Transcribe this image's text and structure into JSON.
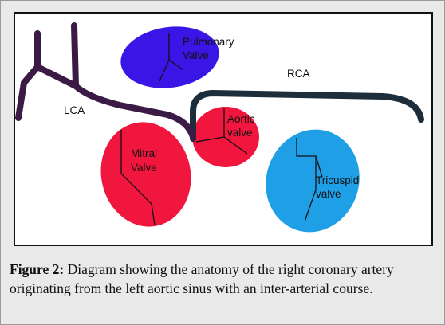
{
  "diagram": {
    "labels": {
      "pulmonary": [
        "Pulmonary",
        "Valve"
      ],
      "rca": "RCA",
      "lca": "LCA",
      "aortic": [
        "Aortic",
        "valve"
      ],
      "mitral": [
        "Mitral",
        "Valve"
      ],
      "tricuspid": [
        "Tricuspid",
        "valve"
      ]
    },
    "colors": {
      "pulmonary": "#3a16e6",
      "aortic": "#f0163e",
      "mitral": "#f0163e",
      "tricuspid": "#1e9fe6",
      "rca_vessel": "#1c2e3c",
      "lca_vessel": "#3b1a45"
    }
  },
  "caption": {
    "figure_label": "Figure 2:",
    "text": " Diagram showing the anatomy of the right coronary artery originating from the left aortic sinus with an inter-arterial course."
  }
}
